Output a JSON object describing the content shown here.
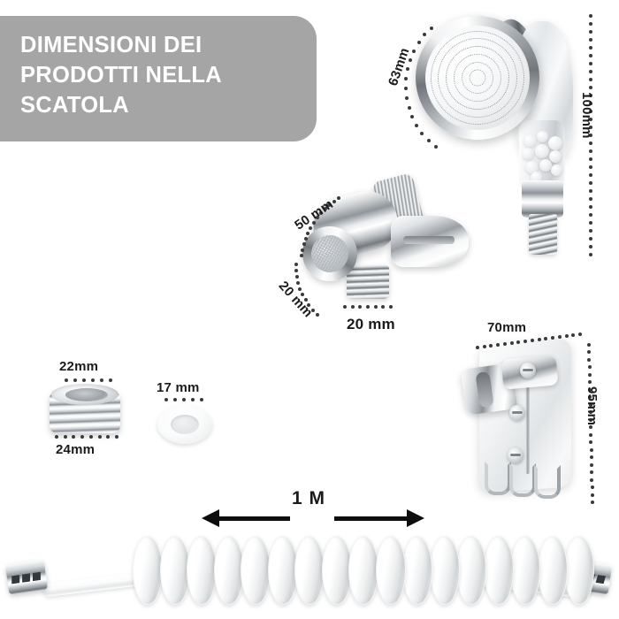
{
  "banner": {
    "title": "DIMENSIONI DEI\nPRODOTTI NELLA\nSCATOLA",
    "background_color": "#a5a5a5",
    "text_color": "#ffffff"
  },
  "label_color": "#1b1b1b",
  "products": [
    {
      "name": "shower-head",
      "labels": [
        {
          "key": "diameter",
          "text": "63mm"
        },
        {
          "key": "length",
          "text": "100mm"
        }
      ]
    },
    {
      "name": "diverter-valve",
      "labels": [
        {
          "key": "length",
          "text": "50 mm"
        },
        {
          "key": "inlet",
          "text": "20 mm"
        },
        {
          "key": "outlet",
          "text": "20 mm"
        }
      ]
    },
    {
      "name": "thread-adapter",
      "labels": [
        {
          "key": "inner",
          "text": "22mm"
        },
        {
          "key": "outer",
          "text": "24mm"
        }
      ]
    },
    {
      "name": "rubber-washer",
      "labels": [
        {
          "key": "diameter",
          "text": "17 mm"
        }
      ]
    },
    {
      "name": "wall-bracket",
      "labels": [
        {
          "key": "width",
          "text": "70mm"
        },
        {
          "key": "height",
          "text": "95mm"
        }
      ]
    },
    {
      "name": "coiled-hose",
      "labels": [
        {
          "key": "length",
          "text": "1 M"
        }
      ]
    }
  ]
}
